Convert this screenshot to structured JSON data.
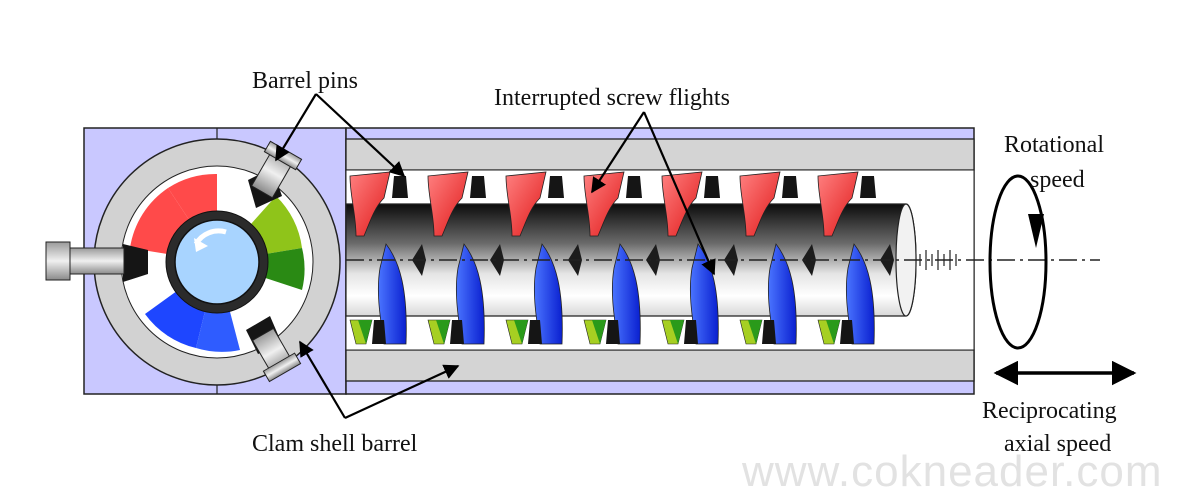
{
  "labels": {
    "barrel_pins": "Barrel pins",
    "interrupted_screw_flights": "Interrupted screw flights",
    "rotational_speed_line1": "Rotational",
    "rotational_speed_line2": "speed",
    "reciprocating_line1": "Reciprocating",
    "reciprocating_line2": "axial speed",
    "clam_shell_barrel": "Clam shell barrel"
  },
  "watermark": "www.cokneader.com",
  "colors": {
    "housing": "#c9c8ff",
    "barrel_grey": "#d4d4d4",
    "shaft_dark": "#1c1c1c",
    "flight_red": "#ff4a4a",
    "flight_blue": "#1e46ff",
    "flight_green": "#2a9a1a",
    "flight_lime": "#a6cf22",
    "bore_blue": "#a8d4ff",
    "pin_black": "#151515"
  }
}
